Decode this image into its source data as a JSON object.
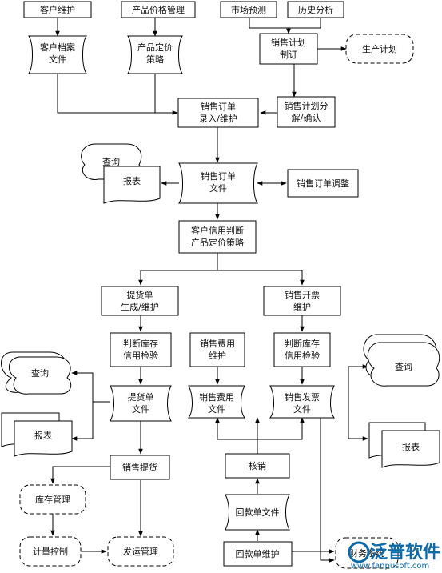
{
  "nodes": {
    "customer_maint": "客户维护",
    "price_mgmt": "产品价格管理",
    "market_forecast": "市场预测",
    "history_analysis": "历史分析",
    "customer_file": [
      "客户档案",
      "文件"
    ],
    "pricing_strategy": [
      "产品定价",
      "策略"
    ],
    "sales_plan": [
      "销售计划",
      "制订"
    ],
    "production_plan": "生产计划",
    "order_entry": [
      "销售订单",
      "录入/维护"
    ],
    "plan_breakdown": [
      "销售计划分",
      "解/确认"
    ],
    "query_1": "查询",
    "report_1": "报表",
    "order_file": [
      "销售订单",
      "文件"
    ],
    "order_adjust": "销售订单调整",
    "credit_check": [
      "客户信用判断",
      "产品定价策略"
    ],
    "delivery_order": [
      "提货单",
      "生成/维护"
    ],
    "invoice_maint": [
      "销售开票",
      "维护"
    ],
    "stock_check_1": [
      "判断库存",
      "信用检验"
    ],
    "expense_maint": [
      "销售费用",
      "维护"
    ],
    "stock_check_2": [
      "判断库存",
      "信用检验"
    ],
    "query_2": "查询",
    "delivery_file": [
      "提货单",
      "文件"
    ],
    "expense_file": [
      "销售费用",
      "文件"
    ],
    "invoice_file": [
      "销售发票",
      "文件"
    ],
    "query_3": "查询",
    "report_2": "报表",
    "report_3": "报表",
    "sales_delivery": "销售提货",
    "writeoff": "核销",
    "inventory_mgmt": "库存管理",
    "payment_file": "回款单文件",
    "measure_control": "计量控制",
    "shipping_mgmt": "发运管理",
    "payment_maint": "回款单维护",
    "finance_system": "财务系统"
  },
  "watermark": {
    "brand": "泛普软件",
    "url": "www.fanpusoft.com"
  },
  "colors": {
    "stroke": "#000000",
    "fill": "#ffffff",
    "brand": "#0c6aa8"
  }
}
